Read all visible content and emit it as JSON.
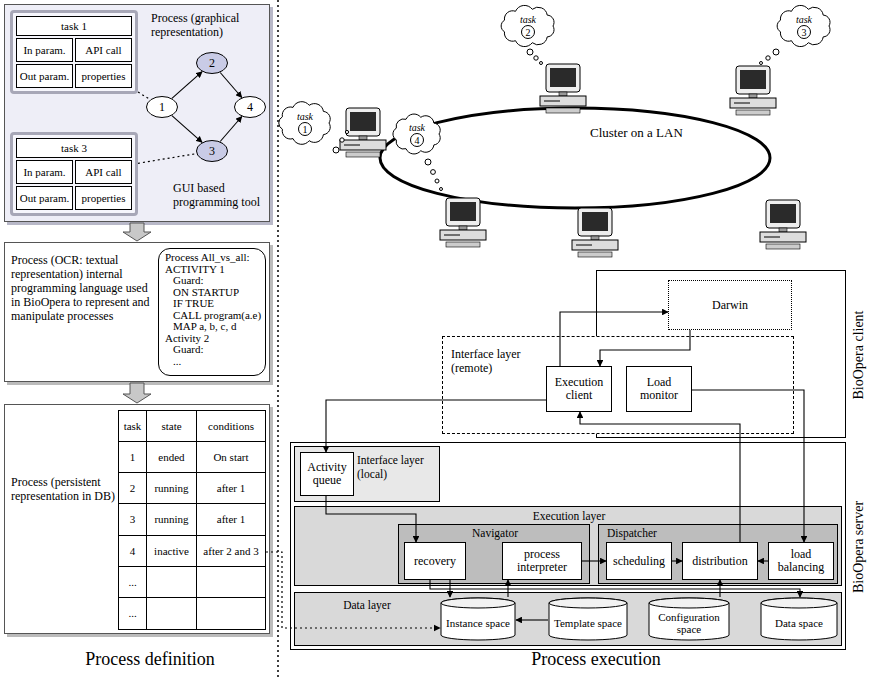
{
  "diagram": {
    "nodes": [
      {
        "text": [
          "Process (graphical representation)",
          "GUI based programming tool"
        ]
      },
      {
        "text": [
          "task 1",
          "In param.",
          "API call",
          "Out param.",
          "properties"
        ],
        "in": 0
      },
      {
        "text": [
          "task 3",
          "In param.",
          "API call",
          "Out param.",
          "properties"
        ],
        "in": 0
      },
      {
        "text": [
          "1"
        ],
        "in": 0
      },
      {
        "text": [
          "2"
        ],
        "in": 0
      },
      {
        "text": [
          "3"
        ],
        "in": 0
      },
      {
        "text": [
          "4"
        ],
        "in": 0
      },
      {
        "text": [
          "Process (OCR: textual representation) internal programming language used in BioOpera to represent and manipulate processes"
        ]
      },
      {
        "text": [
          "Process All_vs_all:",
          "ACTIVITY 1",
          "Guard:",
          "ON STARTUP",
          "IF TRUE",
          "CALL program(a.e)",
          "MAP a, b, c, d",
          "Activity 2",
          "Guard:",
          "..."
        ],
        "in": 7
      },
      {
        "text": [
          "Process (persistent representation in DB)"
        ]
      },
      {
        "text": [
          "task",
          "state",
          "conditions",
          "1",
          "ended",
          "On start",
          "2",
          "running",
          "after 1",
          "3",
          "running",
          "after 1",
          "4",
          "inactive",
          "after 2 and 3",
          "...",
          "..."
        ],
        "in": 9
      },
      {
        "text": [
          "task",
          "1"
        ]
      },
      {
        "text": [
          "task",
          "2"
        ]
      },
      {
        "text": [
          "task",
          "3"
        ]
      },
      {
        "text": [
          "task",
          "4"
        ]
      },
      {
        "text": [
          "BioOpera client"
        ]
      },
      {
        "text": [
          "Darwin"
        ],
        "in": 15
      },
      {
        "text": [
          "Interface layer (remote)"
        ]
      },
      {
        "text": [
          "Execution client"
        ],
        "in": 17
      },
      {
        "text": [
          "Load monitor"
        ],
        "in": 17
      },
      {
        "text": [
          "BioOpera server"
        ]
      },
      {
        "text": [
          "Interface layer (local)"
        ],
        "in": 20
      },
      {
        "text": [
          "Activity queue"
        ],
        "in": 21
      },
      {
        "text": [
          "Execution layer"
        ],
        "in": 20
      },
      {
        "text": [
          "Navigator"
        ],
        "in": 23
      },
      {
        "text": [
          "recovery"
        ],
        "in": 24
      },
      {
        "text": [
          "process interpreter"
        ],
        "in": 24
      },
      {
        "text": [
          "Dispatcher"
        ],
        "in": 23
      },
      {
        "text": [
          "scheduling"
        ],
        "in": 27
      },
      {
        "text": [
          "distribution"
        ],
        "in": 27
      },
      {
        "text": [
          "load balancing"
        ],
        "in": 27
      },
      {
        "text": [
          "Data layer"
        ],
        "in": 20
      },
      {
        "text": [
          "Instance space"
        ],
        "in": 31
      },
      {
        "text": [
          "Template space"
        ],
        "in": 31
      },
      {
        "text": [
          "Configuration space"
        ],
        "in": 31
      },
      {
        "text": [
          "Data space"
        ],
        "in": 31
      }
    ],
    "edges": [
      {
        "from": 3,
        "to": 4,
        "arrow": "to"
      },
      {
        "from": 3,
        "to": 5,
        "arrow": "to"
      },
      {
        "from": 4,
        "to": 6,
        "arrow": "to"
      },
      {
        "from": 5,
        "to": 6,
        "arrow": "to"
      },
      {
        "from": 1,
        "to": 3,
        "arrow": "none"
      },
      {
        "from": 2,
        "to": 5,
        "arrow": "none"
      },
      {
        "from": 0,
        "to": 7,
        "arrow": "to"
      },
      {
        "from": 7,
        "to": 9,
        "arrow": "to"
      },
      {
        "from": 10,
        "to": 32,
        "arrow": "to"
      },
      {
        "from": 18,
        "to": 22,
        "arrow": "to"
      },
      {
        "from": 22,
        "to": 25,
        "arrow": "to"
      },
      {
        "from": 25,
        "to": 32,
        "arrow": "to"
      },
      {
        "from": 25,
        "to": 35,
        "arrow": "to"
      },
      {
        "from": 32,
        "to": 26,
        "arrow": "to"
      },
      {
        "from": 33,
        "to": 32,
        "arrow": "to"
      },
      {
        "from": 26,
        "to": 28,
        "arrow": "to"
      },
      {
        "from": 28,
        "to": 29,
        "arrow": "to"
      },
      {
        "from": 30,
        "to": 29,
        "arrow": "to"
      },
      {
        "from": 34,
        "to": 29,
        "arrow": "to"
      },
      {
        "from": 29,
        "to": 18,
        "arrow": "to"
      },
      {
        "from": 19,
        "to": 30,
        "arrow": "to"
      },
      {
        "from": 18,
        "to": 16,
        "arrow": "to"
      },
      {
        "from": 16,
        "to": 18,
        "arrow": "to"
      }
    ],
    "labels": [
      "Cluster on a LAN",
      "Process definition",
      "Process execution"
    ]
  }
}
